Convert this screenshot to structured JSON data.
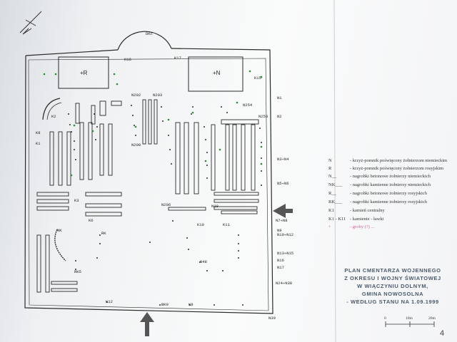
{
  "map": {
    "title_lines": [
      "PLAN CMENTARZA WOJENNEGO",
      "Z OKRESU I WOJNY ŚWIATOWEJ",
      "W WIĄCZYNIU DOLNYM,",
      "GMINA NOWOSOLNA",
      "- WEDŁUG STANU NA  1.09.1999"
    ],
    "legend": [
      {
        "symbol": "N",
        "text": "- krzyż-pomnik poświęcony żołnierzom niemieckim"
      },
      {
        "symbol": "R",
        "text": "- krzyż-pomnik poświęcony żołnierzom rosyjskim"
      },
      {
        "symbol": "N__",
        "text": "- nagrobki betonowe żołnierzy niemieckich"
      },
      {
        "symbol": "NK___",
        "text": "- nagrobki kamienne żołnierzy niemieckich"
      },
      {
        "symbol": "R__",
        "text": "- nagrobki betonowe żołnierzy rosyjskich"
      },
      {
        "symbol": "RK___",
        "text": "- nagrobki kamienne żołnierzy rosyjskich"
      },
      {
        "symbol": "K1",
        "text": "- kamień centralny"
      },
      {
        "symbol": "K1 - K11",
        "text": "- kamienie - ławki"
      },
      {
        "symbol": "+",
        "text": "- groby (?) ...",
        "pink": true
      }
    ],
    "scale": {
      "zero": "0",
      "mid": "10m",
      "end": "20m"
    },
    "page_number": "4",
    "cross_labels": {
      "left": "+R",
      "right": "+N"
    },
    "labels": {
      "dk": "DKc",
      "k16": "K16",
      "k17": "K17",
      "k15": "K15",
      "n1": "N1",
      "n2": "N2",
      "n3n4": "N3÷N4",
      "n5n6": "N5÷N6",
      "n7n8": "N7÷N8",
      "n9": "N9",
      "n10n12": "N10÷N12",
      "n13n15": "N13÷N15",
      "n16": "N16",
      "n17": "N17",
      "n24n38": "N24÷N38",
      "n39": "N39",
      "n202": "N202",
      "n203": "N203",
      "n200": "N200",
      "n254": "N254",
      "n253": "N253",
      "n206": "N206",
      "n38": "N38",
      "n48": "N48",
      "k2": "K2",
      "k3": "K3",
      "k6": "K6",
      "k8": "K8",
      "k9": "K9",
      "k10": "K10",
      "k11": "K11",
      "k12": "K12",
      "k1": "K1",
      "rk": "RK",
      "rk5": "RK5",
      "nk": "NK",
      "bk9": "BK9"
    }
  },
  "colors": {
    "ink": "#2a2a2a",
    "marker_green": "#2f8a3a",
    "legend_pink": "#d05aa0",
    "title": "#4a5a6a"
  }
}
